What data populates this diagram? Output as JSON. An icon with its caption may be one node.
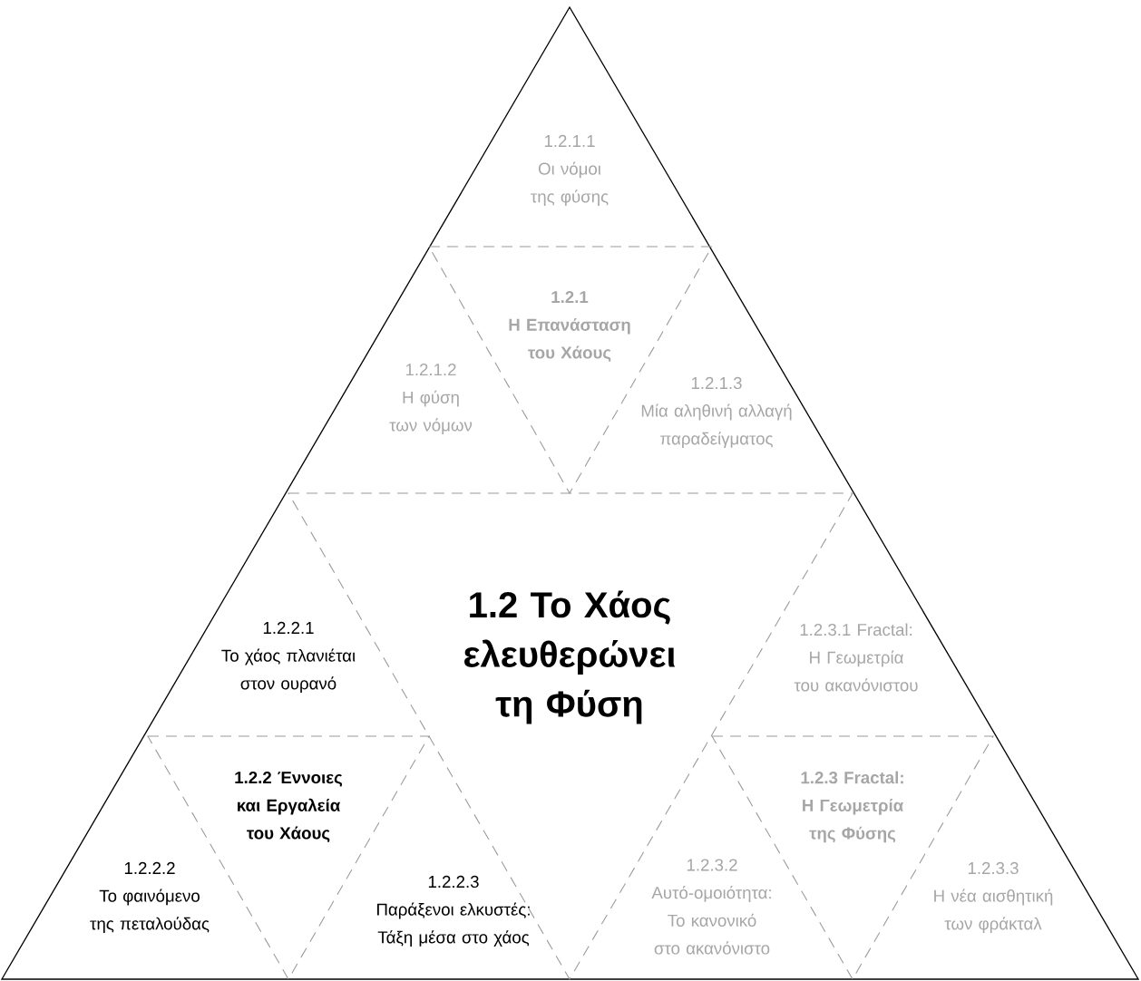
{
  "diagram": {
    "nodes": [
      {
        "text": [
          "1.2.1.1",
          "Οι νόμοι της φύσης"
        ]
      },
      {
        "text": [
          "1.2.1",
          "Η Επανάσταση του Χάους"
        ]
      },
      {
        "text": [
          "1.2.1.2",
          "Η φύση των νόμων"
        ]
      },
      {
        "text": [
          "1.2.1.3",
          "Μία αληθινή αλλαγή παραδείγματος"
        ]
      },
      {
        "text": [
          "1.2 Το Χάος ελευθερώνει τη Φύση"
        ]
      },
      {
        "text": [
          "1.2.2.1",
          "Το χάος πλανιέται στον ουρανό"
        ]
      },
      {
        "text": [
          "1.2.3.1 Fractal: Η Γεωμετρία του ακανόνιστου"
        ]
      },
      {
        "text": [
          "1.2.2 Έννοιες και Εργαλεία του Χάους"
        ]
      },
      {
        "text": [
          "1.2.3 Fractal: Η Γεωμετρία της Φύσης"
        ]
      },
      {
        "text": [
          "1.2.2.2",
          "Το φαινόμενο της πεταλούδας"
        ]
      },
      {
        "text": [
          "1.2.2.3",
          "Παράξενοι ελκυστές: Τάξη μέσα στο χάος"
        ]
      },
      {
        "text": [
          "1.2.3.2",
          "Αυτό-ομοιότητα: Το κανονικό στο ακανόνιστο"
        ]
      },
      {
        "text": [
          "1.2.3.3",
          "Η νέα αισθητική των φράκταλ"
        ]
      }
    ]
  }
}
